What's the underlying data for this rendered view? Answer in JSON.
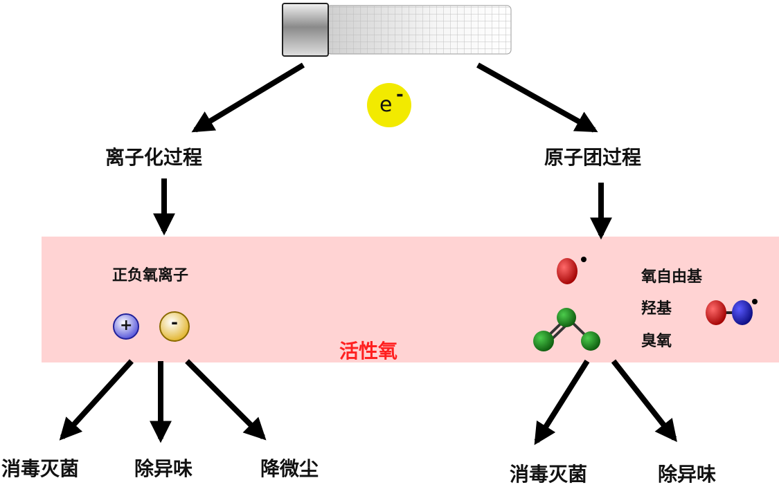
{
  "electron": {
    "symbol": "e",
    "charge": "-"
  },
  "left_process": {
    "title": "离子化过程",
    "ions_label": "正负氧离子",
    "plus": "+",
    "minus": "-"
  },
  "right_process": {
    "title": "原子团过程"
  },
  "active_oxygen": "活性氧",
  "species": {
    "oxygen_radical": "氧自由基",
    "hydroxyl": "羟基",
    "ozone": "臭氧"
  },
  "left_effects": [
    "消毒灭菌",
    "除异味",
    "降微尘"
  ],
  "right_effects": [
    "消毒灭菌",
    "除异味"
  ],
  "colors": {
    "band": "#ffd3d3",
    "accent_red": "#ff2020",
    "electron": "#f2ea00",
    "oxygen": "#d10000",
    "hydrogen": "#1a1aa8",
    "ozone": "#1f8a1f"
  }
}
